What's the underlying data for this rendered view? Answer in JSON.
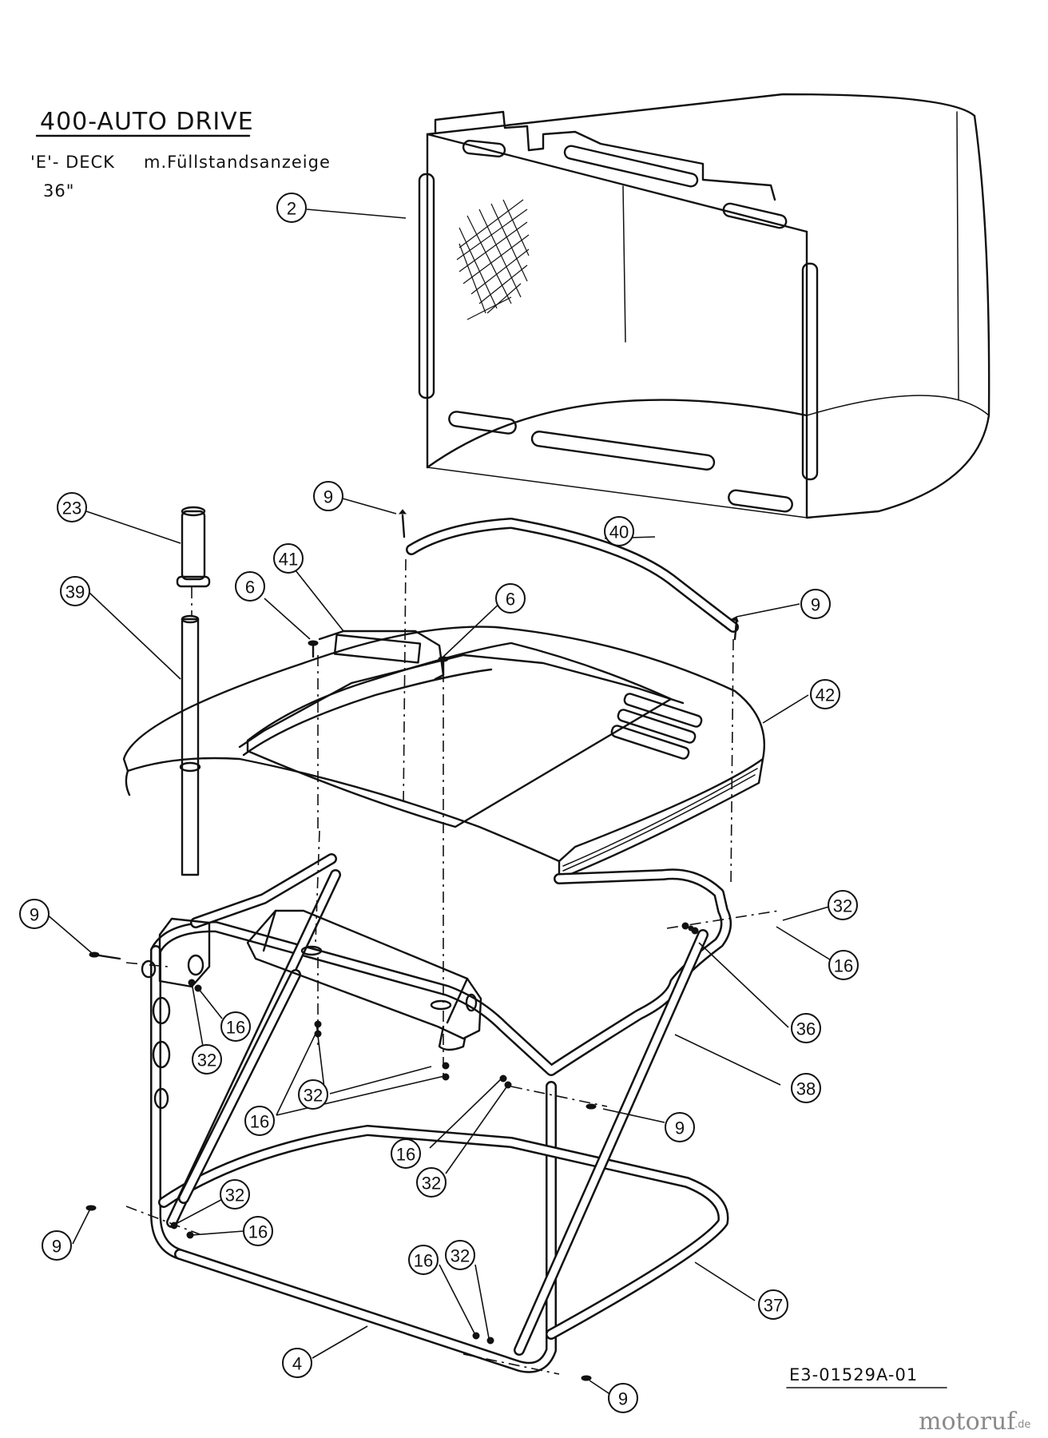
{
  "header": {
    "title": "400-AUTO DRIVE",
    "line1_left": "'E'- DECK",
    "line1_right": "m.Füllstandsanzeige",
    "line2": "36\""
  },
  "drawing_number": "E3-01529A-01",
  "watermark": {
    "brand": "motoruf",
    "suffix": ".de"
  },
  "callouts": [
    {
      "id": "c-2",
      "label": "2"
    },
    {
      "id": "c-23",
      "label": "23"
    },
    {
      "id": "c-39",
      "label": "39"
    },
    {
      "id": "c-9a",
      "label": "9"
    },
    {
      "id": "c-40",
      "label": "40"
    },
    {
      "id": "c-41",
      "label": "41"
    },
    {
      "id": "c-6a",
      "label": "6"
    },
    {
      "id": "c-6b",
      "label": "6"
    },
    {
      "id": "c-9b",
      "label": "9"
    },
    {
      "id": "c-42",
      "label": "42"
    },
    {
      "id": "c-9c",
      "label": "9"
    },
    {
      "id": "c-32a",
      "label": "32"
    },
    {
      "id": "c-16a",
      "label": "16"
    },
    {
      "id": "c-16b",
      "label": "16"
    },
    {
      "id": "c-32b",
      "label": "32"
    },
    {
      "id": "c-36",
      "label": "36"
    },
    {
      "id": "c-38",
      "label": "38"
    },
    {
      "id": "c-32c",
      "label": "32"
    },
    {
      "id": "c-16c",
      "label": "16"
    },
    {
      "id": "c-9d",
      "label": "9"
    },
    {
      "id": "c-16d",
      "label": "16"
    },
    {
      "id": "c-32d",
      "label": "32"
    },
    {
      "id": "c-32e",
      "label": "32"
    },
    {
      "id": "c-16e",
      "label": "16"
    },
    {
      "id": "c-9e",
      "label": "9"
    },
    {
      "id": "c-16f",
      "label": "16"
    },
    {
      "id": "c-32f",
      "label": "32"
    },
    {
      "id": "c-37",
      "label": "37"
    },
    {
      "id": "c-4",
      "label": "4"
    },
    {
      "id": "c-9f",
      "label": "9"
    }
  ]
}
